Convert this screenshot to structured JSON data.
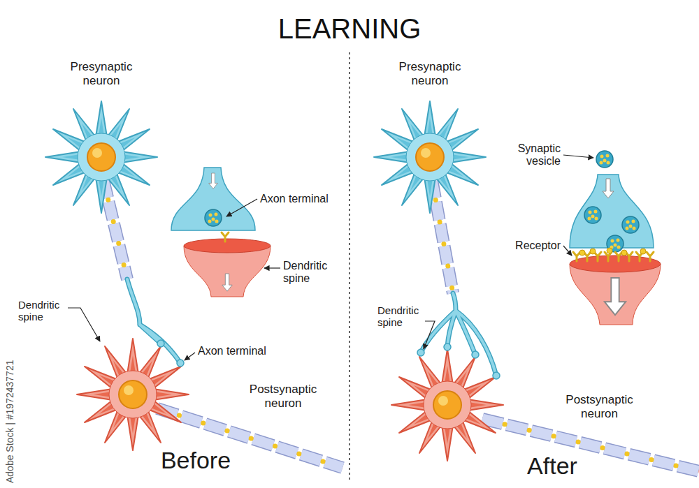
{
  "diagram": {
    "title": "LEARNING",
    "labels": [
      "Presynaptic neuron",
      "Axon terminal",
      "Dendritic spine",
      "Dendritic spine",
      "Axon terminal",
      "Postsynaptic neuron",
      "Before",
      "Presynaptic neuron",
      "Synaptic vesicle",
      "Receptor",
      "Dendritic spine",
      "Postsynaptic neuron",
      "After",
      "Adobe Stock | #1972437721"
    ]
  }
}
